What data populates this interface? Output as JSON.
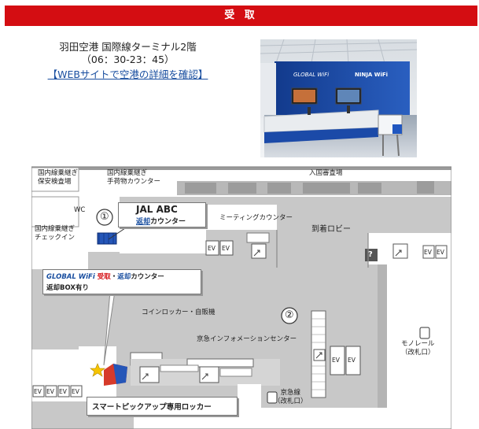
{
  "header": {
    "title": "受 取"
  },
  "info": {
    "location": "羽田空港 国際線ターミナル2階",
    "hours": "（06：30-23：45）",
    "link": "【WEBサイトで空港の詳細を確認】"
  },
  "photo": {
    "brand_left": "GLOBAL WiFi",
    "brand_right": "NINJA WiFi"
  },
  "map": {
    "labels": {
      "domestic_transfer_security": "国内線乗継ぎ\n保安検査場",
      "domestic_transfer_baggage": "国内線乗継ぎ\n手荷物カウンター",
      "immigration": "入国審査場",
      "wc": "WC",
      "domestic_checkin": "国内線乗継ぎ\nチェックイン",
      "meeting_counter": "ミーティングカウンター",
      "arrival_lobby": "到着ロビー",
      "coin_locker": "コインロッカー・自販機",
      "keikyu_info": "京急インフォメーションセンター",
      "monorail": "モノレール\n（改札口）",
      "keikyu_line": "京急線\n（改札口）",
      "ev": "EV",
      "marker1": "①",
      "marker2": "②",
      "question": "?"
    },
    "jal_callout": {
      "title": "JAL ABC",
      "return_word": "返却",
      "counter_word": "カウンター"
    },
    "global_callout": {
      "logo": "GLOBAL WiFi",
      "pickup_word": "受取",
      "dot": "・",
      "return_word": "返却",
      "counter_word": "カウンター",
      "box_line": "返却BOX有り"
    },
    "locker_callout": "スマートピックアップ専用ロッカー"
  },
  "colors": {
    "header_red": "#d40d12",
    "link_blue": "#1a4fa0",
    "map_gray": "#c8c8c8",
    "wall_gray": "#9a9a9a"
  }
}
